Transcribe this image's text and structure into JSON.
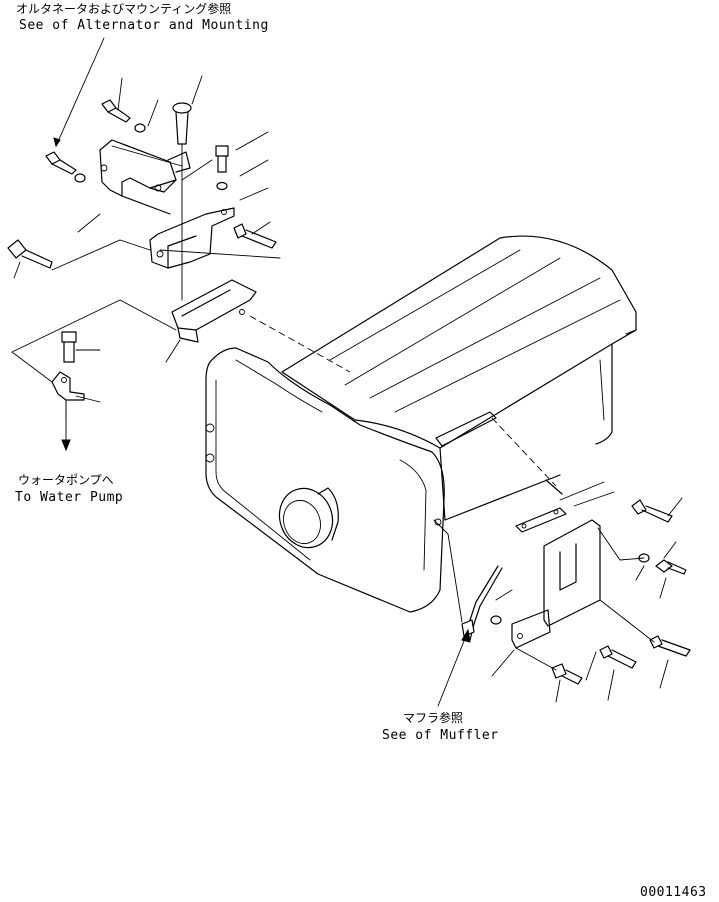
{
  "callouts": {
    "alternator": {
      "jp": "オルタネータおよびマウンティング参照",
      "en": "See of Alternator and Mounting"
    },
    "water_pump": {
      "jp": "ウォータポンプへ",
      "en": "To Water Pump"
    },
    "muffler": {
      "jp": "マフラ参照",
      "en": "See of Muffler"
    }
  },
  "drawing_number": "00011463"
}
